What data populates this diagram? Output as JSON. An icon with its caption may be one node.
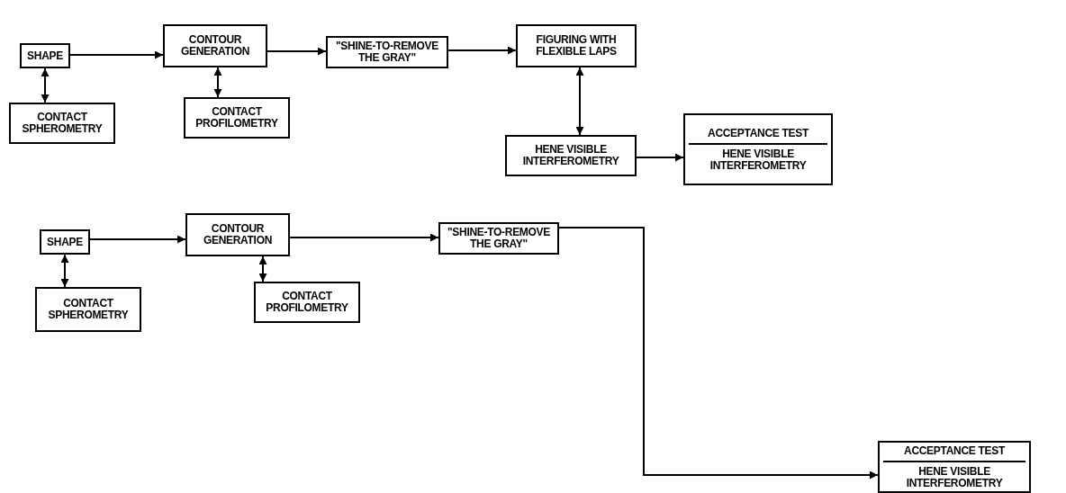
{
  "diagram": {
    "nodes": [
      {
        "text": [
          "SHAPE"
        ]
      },
      {
        "text": [
          "CONTOUR GENERATION"
        ]
      },
      {
        "text": [
          "\"SHINE-TO-REMOVE THE GRAY\""
        ]
      },
      {
        "text": [
          "FIGURING WITH FLEXIBLE LAPS"
        ]
      },
      {
        "text": [
          "CONTACT SPHEROMETRY"
        ]
      },
      {
        "text": [
          "CONTACT PROFILOMETRY"
        ]
      },
      {
        "text": [
          "HENE VISIBLE INTERFEROMETRY"
        ]
      },
      {
        "text": [
          "ACCEPTANCE TEST",
          "HENE VISIBLE INTERFEROMETRY"
        ]
      },
      {
        "text": [
          "SHAPE"
        ]
      },
      {
        "text": [
          "CONTOUR GENERATION"
        ]
      },
      {
        "text": [
          "\"SHINE-TO-REMOVE THE GRAY\""
        ]
      },
      {
        "text": [
          "CONTACT SPHEROMETRY"
        ]
      },
      {
        "text": [
          "CONTACT PROFILOMETRY"
        ]
      },
      {
        "text": [
          "ACCEPTANCE TEST",
          "HENE VISIBLE INTERFEROMETRY"
        ]
      }
    ],
    "edges": [
      {
        "from": 0,
        "to": 1,
        "arrow": "to"
      },
      {
        "from": 1,
        "to": 2,
        "arrow": "to"
      },
      {
        "from": 2,
        "to": 3,
        "arrow": "to"
      },
      {
        "from": 0,
        "to": 4,
        "arrow": "both"
      },
      {
        "from": 1,
        "to": 5,
        "arrow": "both"
      },
      {
        "from": 3,
        "to": 6,
        "arrow": "both"
      },
      {
        "from": 6,
        "to": 7,
        "arrow": "to"
      },
      {
        "from": 8,
        "to": 9,
        "arrow": "to"
      },
      {
        "from": 9,
        "to": 10,
        "arrow": "to"
      },
      {
        "from": 8,
        "to": 11,
        "arrow": "both"
      },
      {
        "from": 9,
        "to": 12,
        "arrow": "both"
      },
      {
        "from": 10,
        "to": 13,
        "arrow": "to"
      }
    ]
  }
}
